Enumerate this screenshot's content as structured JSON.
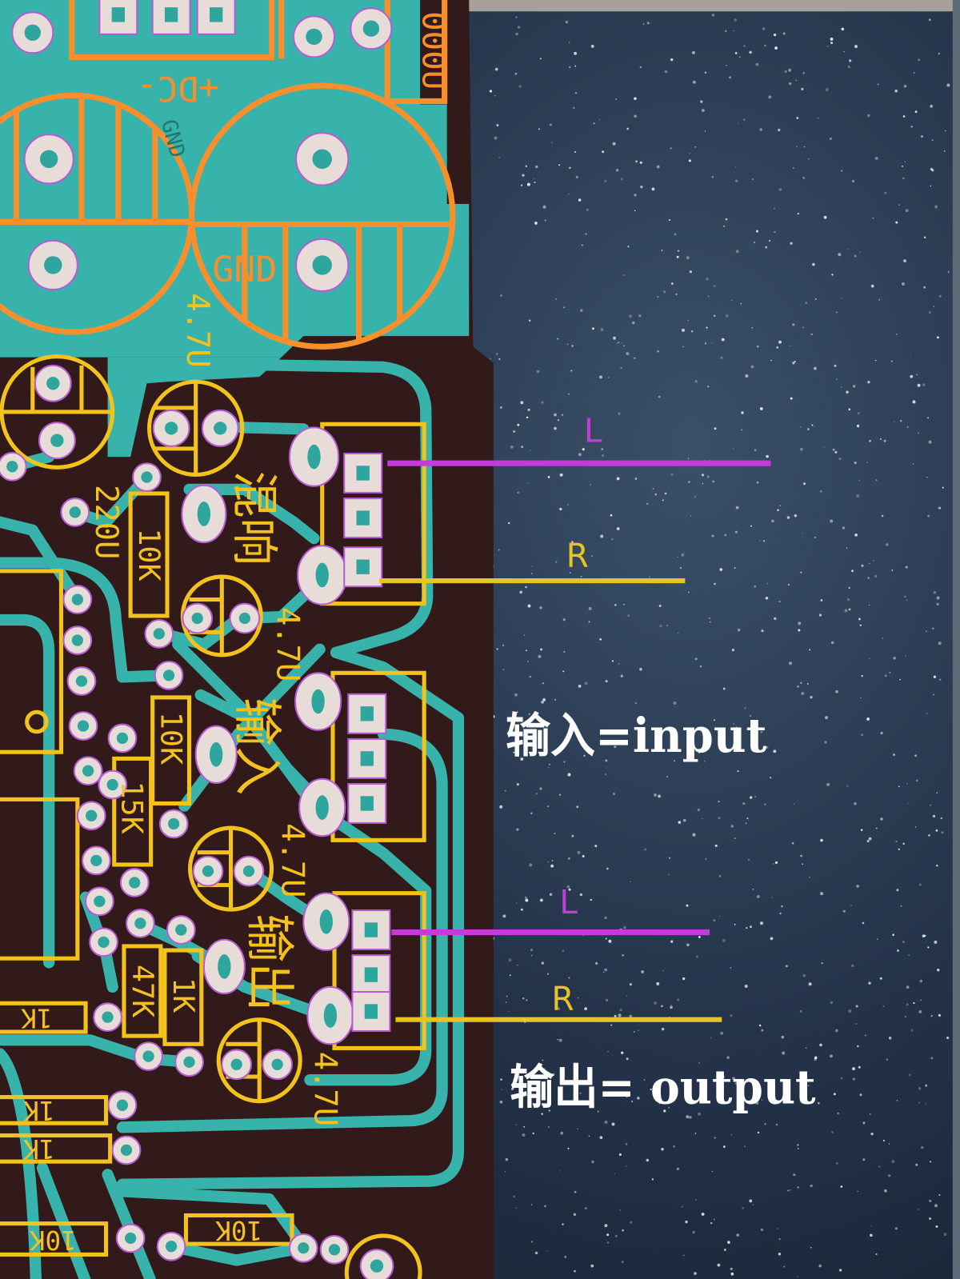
{
  "annotations": {
    "input": {
      "left_channel": "L",
      "right_channel": "R",
      "caption": "输入=input"
    },
    "output": {
      "left_channel": "L",
      "right_channel": "R",
      "caption": "输出= output"
    }
  },
  "silkscreen": {
    "power_connector": "+DC-",
    "ground": "GND",
    "ground_small": "GND",
    "main_cap_value": "000U",
    "filter_cap_value": "220U",
    "coupling_caps": [
      "4.7U",
      "4.7U",
      "4.7U",
      "4.7U"
    ],
    "reverb_jack": "混响",
    "input_jack": "输入",
    "output_jack": "输出",
    "resistors": [
      "10K",
      "10K",
      "15K",
      "47K",
      "1K",
      "1K",
      "1K",
      "1K",
      "10K",
      "10K"
    ]
  },
  "colors": {
    "left_channel": "#c23cd8",
    "right_channel": "#e6c424",
    "caption": "#ffffff",
    "copper": "#37b3ab",
    "silkscreen_component": "#f3c21c",
    "silkscreen_power": "#f7902c",
    "board": "#321a1b",
    "screen": "#1d2838"
  }
}
